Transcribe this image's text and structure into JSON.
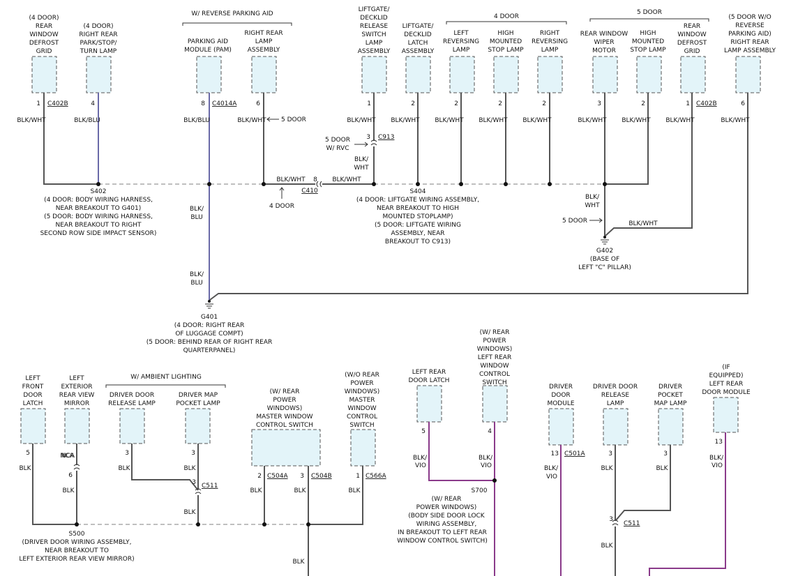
{
  "top_groups": {
    "reverse_parking_aid": "W/ REVERSE PARKING AID",
    "four_door": "4 DOOR",
    "five_door": "5 DOOR"
  },
  "bottom_groups": {
    "ambient_lighting": "W/ AMBIENT LIGHTING"
  },
  "components_top": [
    {
      "label": [
        "(4 DOOR)",
        "REAR",
        "WINDOW",
        "DEFROST",
        "GRID"
      ],
      "pin": "1",
      "connector": "C402B",
      "wire": "BLK/WHT"
    },
    {
      "label": [
        "(4 DOOR)",
        "RIGHT REAR",
        "PARK/STOP/",
        "TURN LAMP"
      ],
      "pin": "4",
      "connector": "",
      "wire": "BLK/BLU"
    },
    {
      "label": [
        "PARKING AID",
        "MODULE (PAM)"
      ],
      "pin": "8",
      "connector": "C4014A",
      "wire": "BLK/BLU"
    },
    {
      "label": [
        "RIGHT REAR",
        "LAMP",
        "ASSEMBLY"
      ],
      "pin": "6",
      "connector": "",
      "wire": "BLK/WHT"
    },
    {
      "label": [
        "LIFTGATE/",
        "DECKLID",
        "RELEASE",
        "SWITCH",
        "LAMP",
        "ASSEMBLY"
      ],
      "pin": "1",
      "connector": "",
      "wire": "BLK/WHT"
    },
    {
      "label": [
        "LIFTGATE/",
        "DECKLID",
        "LATCH",
        "ASSEMBLY"
      ],
      "pin": "2",
      "connector": "",
      "wire": "BLK/WHT"
    },
    {
      "label": [
        "LEFT",
        "REVERSING",
        "LAMP"
      ],
      "pin": "2",
      "connector": "",
      "wire": "BLK/WHT"
    },
    {
      "label": [
        "HIGH",
        "MOUNTED",
        "STOP LAMP"
      ],
      "pin": "2",
      "connector": "",
      "wire": "BLK/WHT"
    },
    {
      "label": [
        "RIGHT",
        "REVERSING",
        "LAMP"
      ],
      "pin": "2",
      "connector": "",
      "wire": "BLK/WHT"
    },
    {
      "label": [
        "REAR WINDOW",
        "WIPER",
        "MOTOR"
      ],
      "pin": "3",
      "connector": "",
      "wire": "BLK/WHT"
    },
    {
      "label": [
        "HIGH",
        "MOUNTED",
        "STOP LAMP"
      ],
      "pin": "2",
      "connector": "",
      "wire": "BLK/WHT"
    },
    {
      "label": [
        "REAR",
        "WINDOW",
        "DEFROST",
        "GRID"
      ],
      "pin": "1",
      "connector": "C402B",
      "wire": "BLK/WHT"
    },
    {
      "label": [
        "(5 DOOR W/O",
        "REVERSE",
        "PARKING AID)",
        "RIGHT REAR",
        "LAMP ASSEMBLY"
      ],
      "pin": "6",
      "connector": "",
      "wire": "BLK/WHT"
    }
  ],
  "top_notes": {
    "five_door_arrow": "5 DOOR",
    "five_door_rvc": [
      "5 DOOR",
      "W/ RVC"
    ],
    "c913_pin": "3",
    "c913": "C913",
    "c913_wire_below": [
      "BLK/",
      "WHT"
    ],
    "c410_wire_left": "BLK/WHT",
    "c410_pin": "8",
    "c410": "C410",
    "c410_wire_right": "BLK/WHT",
    "four_door_arrow": "4 DOOR",
    "pam_wire_below_1": [
      "BLK/",
      "BLU"
    ],
    "pam_wire_below_2": [
      "BLK/",
      "BLU"
    ],
    "g402_wire_above": [
      "BLK/",
      "WHT"
    ],
    "g402_five_door": "5 DOOR",
    "g402_wire_right": "BLK/WHT"
  },
  "splices_top": {
    "s402": "S402",
    "s402_desc": [
      "(4 DOOR: BODY WIRING HARNESS,",
      "NEAR BREAKOUT TO G401)",
      "(5 DOOR: BODY WIRING HARNESS,",
      "NEAR BREAKOUT TO RIGHT",
      "SECOND ROW SIDE IMPACT SENSOR)"
    ],
    "s404": "S404",
    "s404_desc": [
      "(4 DOOR: LIFTGATE WIRING ASSEMBLY,",
      "NEAR BREAKOUT TO HIGH",
      "MOUNTED STOPLAMP)",
      "(5 DOOR: LIFTGATE WIRING",
      "ASSEMBLY, NEAR",
      "BREAKOUT TO C913)"
    ]
  },
  "grounds": {
    "g401": "G401",
    "g401_desc": [
      "(4 DOOR: RIGHT REAR",
      "OF LUGGAGE COMPT)",
      "(5 DOOR: BEHIND REAR OF RIGHT REAR",
      "QUARTERPANEL)"
    ],
    "g402": "G402",
    "g402_desc": [
      "(BASE OF",
      "LEFT \"C\" PILLAR)"
    ]
  },
  "components_bottom": [
    {
      "label": [
        "LEFT",
        "FRONT",
        "DOOR",
        "LATCH"
      ],
      "pin": "5",
      "connector": "",
      "wire": "BLK"
    },
    {
      "label": [
        "LEFT",
        "EXTERIOR",
        "REAR VIEW",
        "MIRROR"
      ],
      "pin": "NCA",
      "connector": "",
      "wire": "BLK"
    },
    {
      "label": [
        "DRIVER DOOR",
        "RELEASE LAMP"
      ],
      "pin": "3",
      "connector": "",
      "wire": "BLK"
    },
    {
      "label": [
        "DRIVER MAP",
        "POCKET LAMP"
      ],
      "pin": "3",
      "connector": "",
      "wire": "BLK"
    },
    {
      "label": [
        "(W/ REAR",
        "POWER",
        "WINDOWS)",
        "MASTER WINDOW",
        "CONTROL SWITCH"
      ],
      "pin": "2",
      "connector": "C504A",
      "wire": "BLK"
    },
    {
      "label": [
        "(W/O REAR",
        "POWER",
        "WINDOWS)",
        "MASTER",
        "WINDOW",
        "CONTROL",
        "SWITCH"
      ],
      "pin": "1",
      "connector": "C566A",
      "wire": "BLK"
    },
    {
      "label": [
        "LEFT REAR",
        "DOOR LATCH"
      ],
      "pin": "5",
      "connector": "",
      "wire": "BLK/VIO"
    },
    {
      "label": [
        "(W/ REAR",
        "POWER",
        "WINDOWS)",
        "LEFT REAR",
        "WINDOW",
        "CONTROL",
        "SWITCH"
      ],
      "pin": "4",
      "connector": "",
      "wire": "BLK/VIO"
    },
    {
      "label": [
        "DRIVER",
        "DOOR",
        "MODULE"
      ],
      "pin": "13",
      "connector": "C501A",
      "wire": "BLK/VIO"
    },
    {
      "label": [
        "DRIVER DOOR",
        "RELEASE",
        "LAMP"
      ],
      "pin": "3",
      "connector": "",
      "wire": "BLK"
    },
    {
      "label": [
        "DRIVER",
        "POCKET",
        "MAP LAMP"
      ],
      "pin": "3",
      "connector": "",
      "wire": "BLK"
    },
    {
      "label": [
        "(IF",
        "EQUIPPED)",
        "LEFT REAR",
        "DOOR MODULE"
      ],
      "pin": "13",
      "connector": "",
      "wire": "BLK/VIO"
    }
  ],
  "bottom_notes": {
    "mirror_pin2": "6",
    "mirror_wire2": "BLK",
    "c511_left_pin": "3",
    "c511_left": "C511",
    "c511_left_wire_below": "BLK",
    "master_second_pin": "3",
    "master_second_connector": "C504B",
    "master_second_wire": "BLK",
    "master_down_wire": "BLK",
    "c511_right_pin": "3",
    "c511_right": "C511",
    "c511_right_wire_below": "BLK"
  },
  "splices_bottom": {
    "s500": "S500",
    "s500_desc": [
      "(DRIVER DOOR WIRING ASSEMBLY,",
      "NEAR BREAKOUT TO",
      "LEFT EXTERIOR REAR VIEW MIRROR)"
    ],
    "s700": "S700",
    "s700_desc": [
      "(W/ REAR",
      "POWER WINDOWS)",
      "(BODY SIDE DOOR LOCK",
      "WIRING ASSEMBLY,",
      "IN BREAKOUT TO LEFT REAR",
      "WINDOW CONTROL SWITCH)"
    ]
  },
  "colors": {
    "blk": "#555555",
    "blu": "#6a6aa8",
    "vio": "#8a3a8a",
    "component_fill": "#e3f4f9"
  }
}
